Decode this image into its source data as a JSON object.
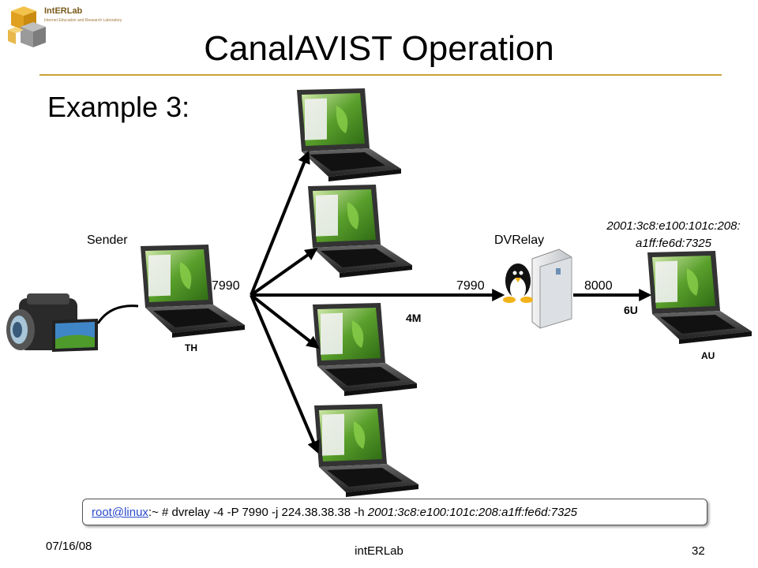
{
  "slide": {
    "title": "CanalAVIST Operation",
    "subtitle": "Example 3:",
    "logo_name": "IntERLab",
    "logo_tagline": "Internet Education and Research Laboratory"
  },
  "diagram": {
    "sender_label": "Sender",
    "relay_label": "DVRelay",
    "port_sender": "7990",
    "port_relay_in": "7990",
    "port_relay_out": "8000",
    "link_multicast": "4M",
    "link_ipv6": "6U",
    "node_sender_tag": "TH",
    "node_receiver_tag": "AU",
    "ipv6_addr_line1": "2001:3c8:e100:101c:208:",
    "ipv6_addr_line2": "a1ff:fe6d:7325"
  },
  "command": {
    "link_text": "root@linux",
    "rest_text": ":~ # dvrelay -4 -P 7990 -j 224.38.38.38 -h ",
    "address_italic": "2001:3c8:e100:101c:208:a1ff:fe6d:7325"
  },
  "footer": {
    "date": "07/16/08",
    "center": "intERLab",
    "page": "32"
  },
  "colors": {
    "rule": "#c8a23a",
    "link": "#2a4acb",
    "screen_green": "#5aa02c"
  }
}
